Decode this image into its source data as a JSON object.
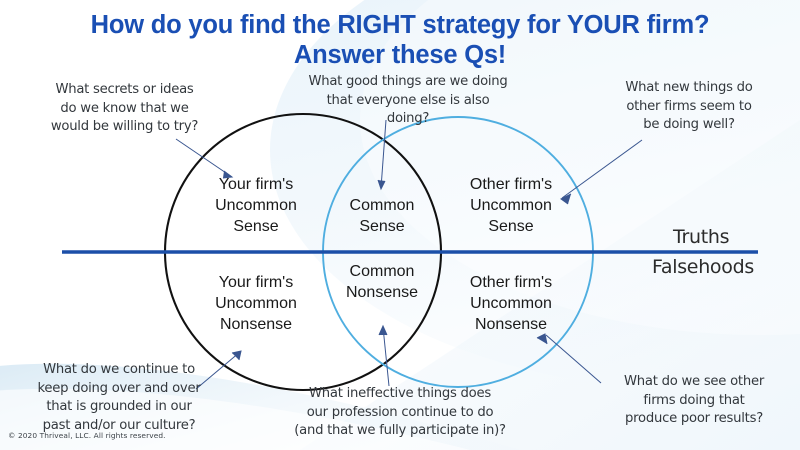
{
  "slide": {
    "title_line1": "How do you find the RIGHT strategy for YOUR firm?",
    "title_line2": "Answer these Qs!",
    "title_color": "#1A4FB4",
    "footer": "© 2020 Thriveal, LLC. All rights reserved."
  },
  "axis": {
    "above_label": "Truths",
    "below_label": "Falsehoods",
    "divider_color": "#1B4FA8"
  },
  "venn": {
    "left_circle_color": "#111111",
    "right_circle_color": "#4FAEE0",
    "regions": [
      {
        "id": "your-firm-uncommon-sense",
        "text": "Your firm's\nUncommon\nSense"
      },
      {
        "id": "common-sense",
        "text": "Common\nSense"
      },
      {
        "id": "other-firm-uncommon-sense",
        "text": "Other firm's\nUncommon\nSense"
      },
      {
        "id": "your-firm-uncommon-nonsense",
        "text": "Your firm's\nUncommon\nNonsense"
      },
      {
        "id": "common-nonsense",
        "text": "Common\nNonsense"
      },
      {
        "id": "other-firm-uncommon-nonsense",
        "text": "Other firm's\nUncommon\nNonsense"
      }
    ]
  },
  "callouts": [
    {
      "id": "top-left",
      "text": "What secrets or ideas\ndo we know that we\nwould be willing to try?"
    },
    {
      "id": "top-center",
      "text": "What good things are we doing\nthat everyone else is also\ndoing?"
    },
    {
      "id": "top-right",
      "text": "What new things do\nother firms seem to\nbe doing well?"
    },
    {
      "id": "bottom-left",
      "text": "What do we continue to\nkeep doing over and over\nthat is grounded in our\npast and/or our culture?"
    },
    {
      "id": "bottom-center",
      "text": "What ineffective things does\nour profession continue to do\n(and that we fully participate in)?"
    },
    {
      "id": "bottom-right",
      "text": "What do we see other\nfirms doing that\nproduce poor results?"
    }
  ]
}
